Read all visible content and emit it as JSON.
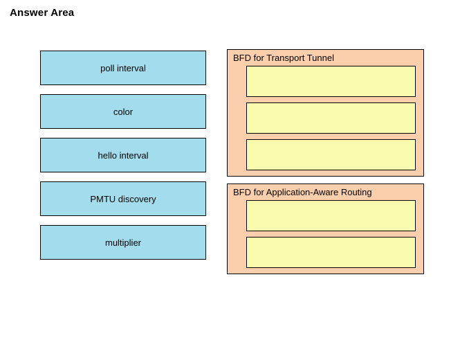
{
  "page": {
    "title": "Answer Area"
  },
  "source_items": [
    {
      "label": "poll interval"
    },
    {
      "label": "color"
    },
    {
      "label": "hello interval"
    },
    {
      "label": "PMTU discovery"
    },
    {
      "label": "multiplier"
    }
  ],
  "target_groups": [
    {
      "title": "BFD for Transport Tunnel",
      "slots": [
        "",
        "",
        ""
      ]
    },
    {
      "title": "BFD for Application-Aware Routing",
      "slots": [
        "",
        ""
      ]
    }
  ],
  "colors": {
    "source_fill": "#a3dcec",
    "group_fill": "#fbcfac",
    "slot_fill": "#fbfbad",
    "border": "#000000"
  }
}
